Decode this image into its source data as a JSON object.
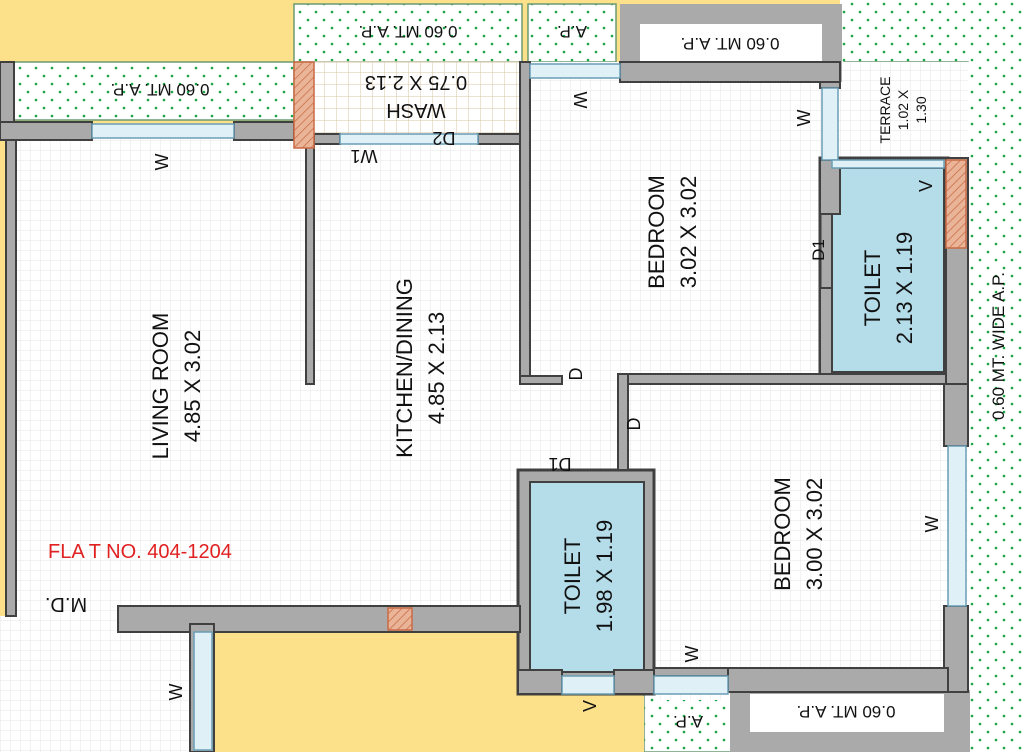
{
  "rooms": {
    "living": {
      "name": "LIVING ROOM",
      "size": "4.85 X 3.02"
    },
    "kitchen": {
      "name": "KITCHEN/DINING",
      "size": "4.85 X 2.13"
    },
    "bedroom1": {
      "name": "BEDROOM",
      "size": "3.02 X 3.02"
    },
    "bedroom2": {
      "name": "BEDROOM",
      "size": "3.00 X 3.02"
    },
    "toilet1": {
      "name": "TOILET",
      "size": "2.13 X 1.19"
    },
    "toilet2": {
      "name": "TOILET",
      "size": "1.98 X 1.19"
    },
    "wash": {
      "name": "WASH",
      "size": "0.75 X 2.13"
    },
    "terrace": {
      "name": "TERRACE",
      "size1": "1.02 X",
      "size2": "1.30"
    }
  },
  "flat_label": "FLA T NO. 404-1204",
  "labels": {
    "ap_top": "0.60 MT. A.P.",
    "ap_top_small": "A.P.",
    "ap_top_right": "0.60 MT. A.P.",
    "ap_left": "0.60 MT. A.P.",
    "ap_right": "0.60 MT. WIDE A.P.",
    "ap_bottom": "0.60 MT. A.P.",
    "ap_bottom_small": "A.P.",
    "main_door": "M.D.",
    "window": "W",
    "w1": "W1",
    "door": "D",
    "d1": "D1",
    "d2": "D2",
    "vent": "V"
  },
  "colors": {
    "background": "#fde08a",
    "floor": "#ffffff",
    "grid": "#e4e4e4",
    "wall": "#404040",
    "toilet": "#b4dce9",
    "green_dot": "#17a845",
    "duct": "#e6a07f",
    "flat_label": "#e12121"
  }
}
